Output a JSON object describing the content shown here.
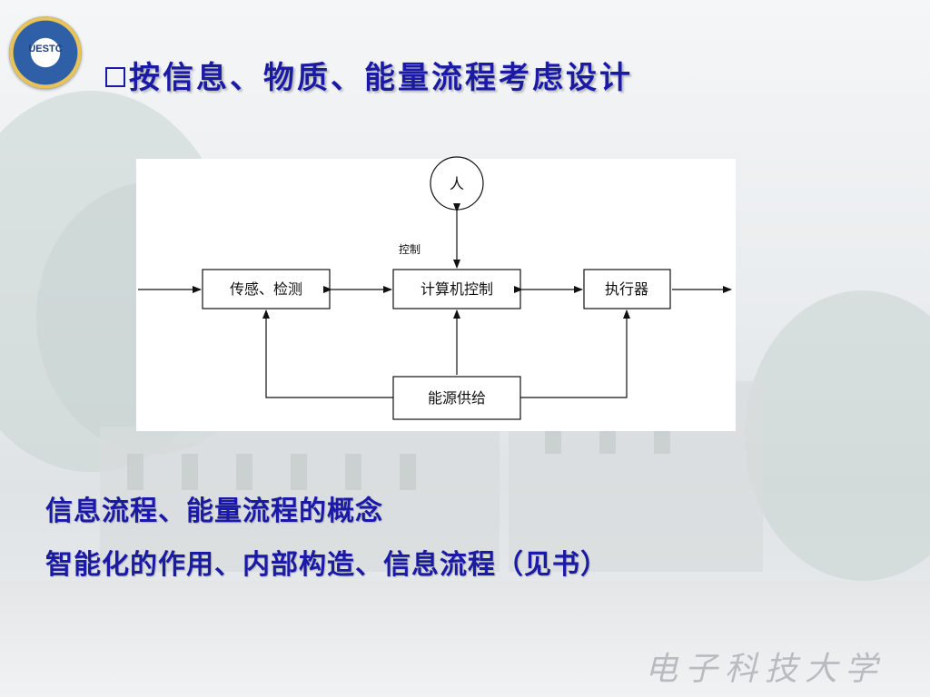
{
  "slide": {
    "title": "按信息、物质、能量流程考虑设计",
    "logo": {
      "text": "UESTC"
    },
    "lines": [
      "信息流程、能量流程的概念",
      "智能化的作用、内部构造、信息流程（见书）"
    ],
    "footer_brand": "电子科技大学"
  },
  "diagram": {
    "person": "人",
    "control_label": "控制",
    "sensor": "传感、检测",
    "computer": "计算机控制",
    "actuator": "执行器",
    "power": "能源供给"
  },
  "colors": {
    "title_blue": "#1a1aa6",
    "text_blue": "#1a1aa6"
  }
}
